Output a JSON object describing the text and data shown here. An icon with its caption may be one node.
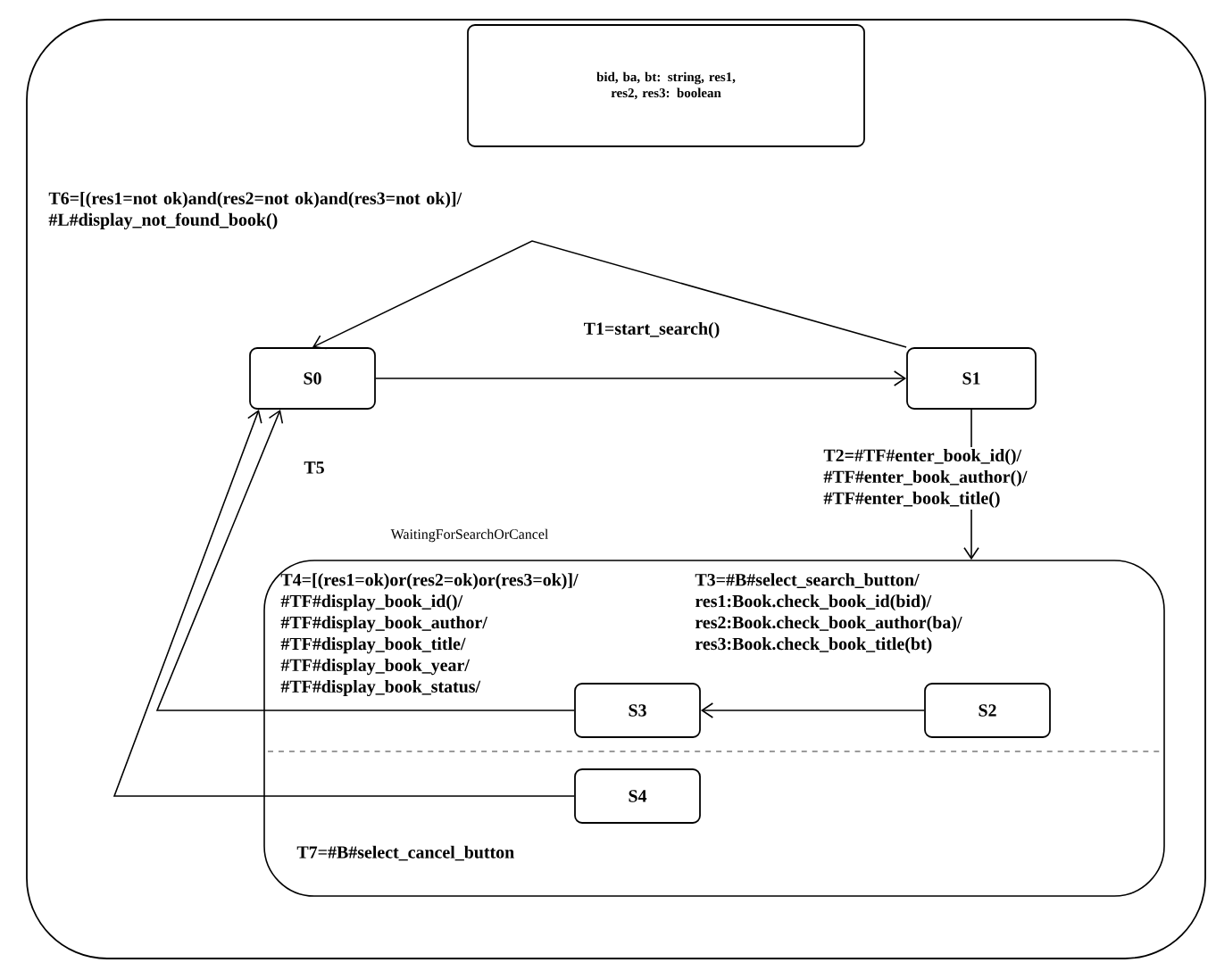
{
  "diagram": {
    "nodes": [
      {
        "text": [],
        "shape": "box"
      },
      {
        "text": [
          "bid, ba, bt: string, res1, res2, res3: boolean"
        ],
        "in": 0
      },
      {
        "text": [
          "S0"
        ],
        "in": 0
      },
      {
        "text": [
          "S1"
        ],
        "in": 0
      },
      {
        "text": [
          "WaitingForSearchOrCancel"
        ],
        "in": 0
      },
      {
        "text": [
          "S3"
        ],
        "in": 4
      },
      {
        "text": [
          "S2"
        ],
        "in": 4
      },
      {
        "text": [
          "S4"
        ],
        "in": 4
      }
    ],
    "edges": [
      {
        "from": 2,
        "to": 3,
        "arrow": "to",
        "label": "T1=start_search()"
      },
      {
        "from": 3,
        "to": 2,
        "arrow": "to",
        "label": "T6=[(res1=not ok)and(res2=not ok)and(res3=not ok)]/ #L#display_not_found_book()"
      },
      {
        "from": 3,
        "to": 4,
        "arrow": "to",
        "label": "T2=#TF#enter_book_id()/ #TF#enter_book_author()/ #TF#enter_book_title()"
      },
      {
        "from": 6,
        "to": 5,
        "arrow": "to"
      },
      {
        "from": 5,
        "to": 2,
        "arrow": "to",
        "label": "T5"
      },
      {
        "from": 7,
        "to": 2,
        "arrow": "to",
        "label": "T7=#B#select_cancel_button"
      }
    ],
    "labels": [
      "T4=[(res1=ok)or(res2=ok)or(res3=ok)]/ #TF#display_book_id()/ #TF#display_book_author/ #TF#display_book_title/ #TF#display_book_year/ #TF#display_book_status/",
      "T3=#B#select_search_button/ res1:Book.check_book_id(bid)/ res2:Book.check_book_author(ba)/ res3:Book.check_book_title(bt)"
    ]
  }
}
